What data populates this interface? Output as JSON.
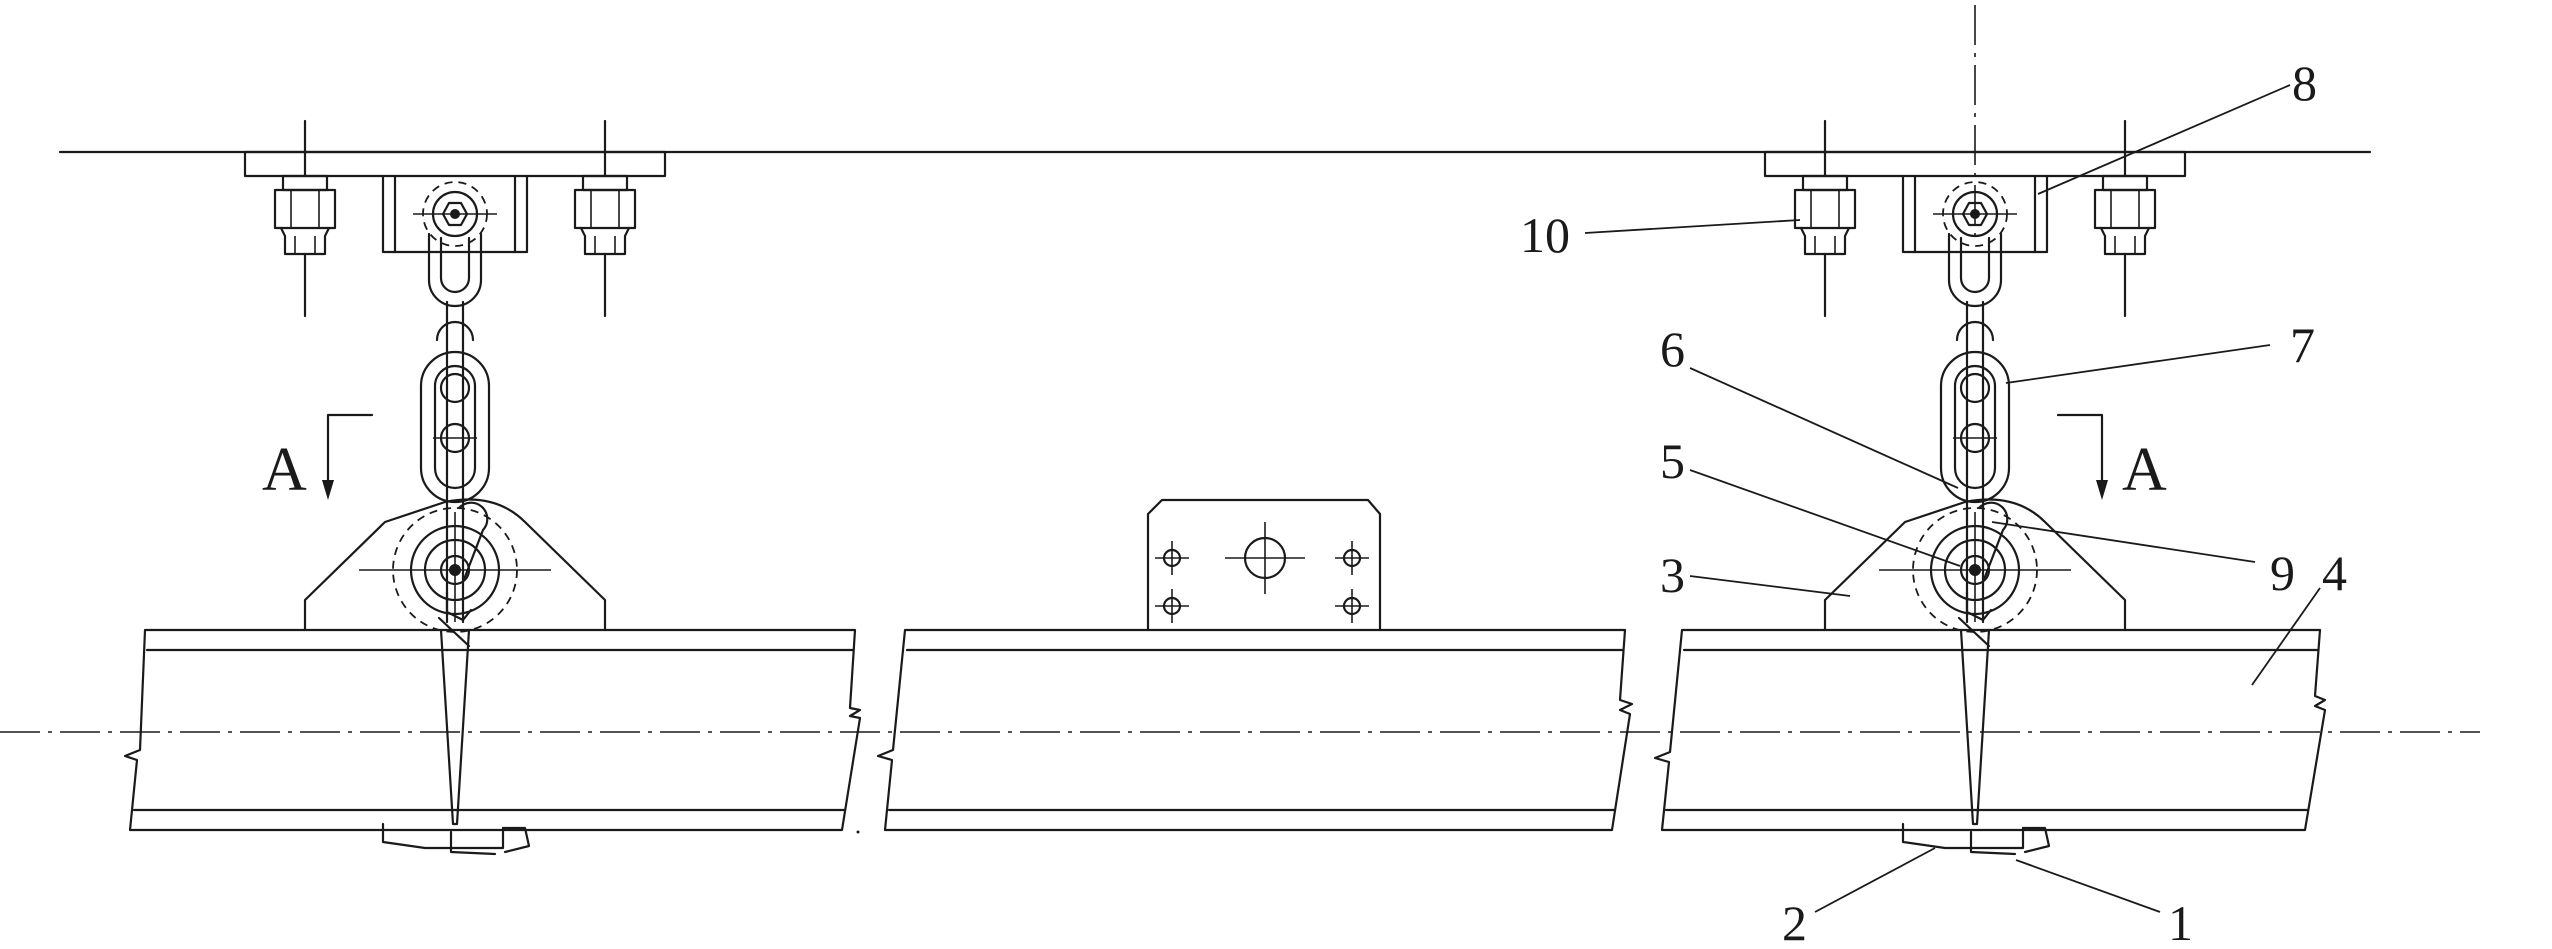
{
  "labels": {
    "l1": "1",
    "l2": "2",
    "l3": "3",
    "l4": "4",
    "l5": "5",
    "l6": "6",
    "l7": "7",
    "l8": "8",
    "l9": "9",
    "l10": "10"
  },
  "section": {
    "left": "A",
    "right": "A"
  }
}
